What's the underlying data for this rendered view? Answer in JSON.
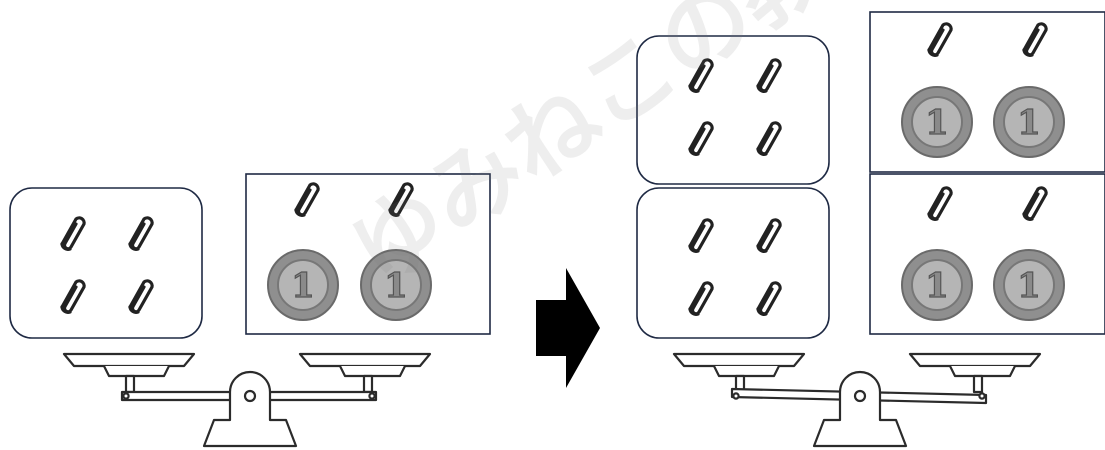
{
  "colors": {
    "box_stroke": "#1f2a44",
    "clip_stroke": "#222222",
    "coin_outer": "#8f8f8f",
    "coin_inner": "#b5b5b5",
    "scale_fill": "#ffffff",
    "scale_stroke": "#2b2b2b",
    "arrow": "#000000",
    "watermark": "#bdbdbd"
  },
  "coin_label": "1",
  "watermark_text": "ゆみねこの教科書",
  "left_scale": {
    "left_pan": {
      "clips": 4,
      "coins": 0
    },
    "right_pan": {
      "clips": 2,
      "coins": 2
    }
  },
  "right_scale": {
    "left_pan": {
      "groups": 2,
      "clips_per_group": 4,
      "coins_per_group": 0
    },
    "right_pan": {
      "groups": 2,
      "clips_per_group": 2,
      "coins_per_group": 2
    }
  },
  "icons": [
    "paperclip-icon",
    "one-yen-coin-icon",
    "right-arrow-icon",
    "balance-scale-icon"
  ]
}
